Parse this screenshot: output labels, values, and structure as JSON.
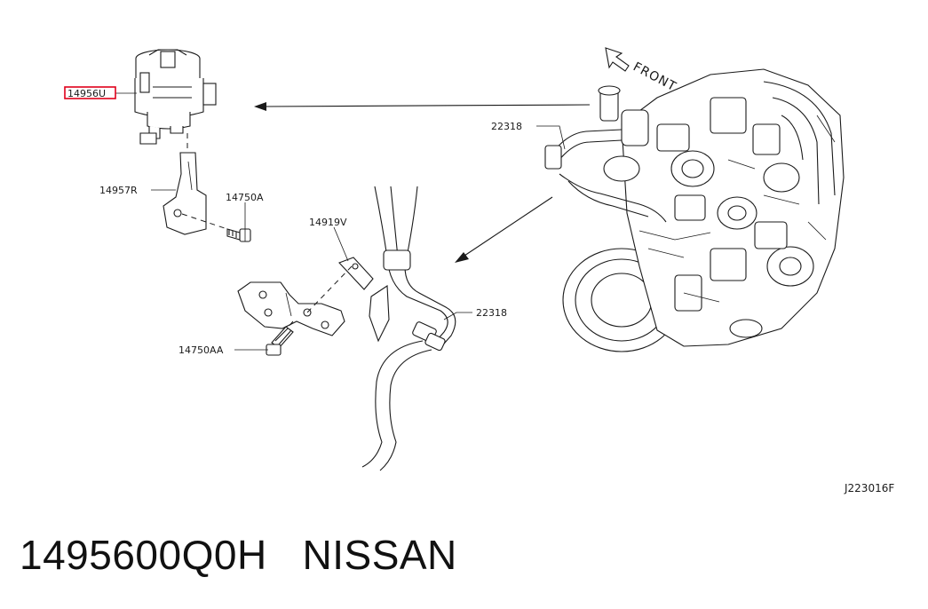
{
  "diagram": {
    "front_label": "FRONT",
    "drawing_code": "J223016F",
    "highlight_color": "#e0001b",
    "callouts": {
      "solenoid": "14956U",
      "bracket": "14957R",
      "bolt_upper": "14750A",
      "bracket_lower": "14919V",
      "bolt_lower": "14750AA",
      "hose_lower": "22318",
      "hose_engine": "22318"
    }
  },
  "caption": {
    "part_number": "1495600Q0H",
    "brand": "NISSAN"
  }
}
